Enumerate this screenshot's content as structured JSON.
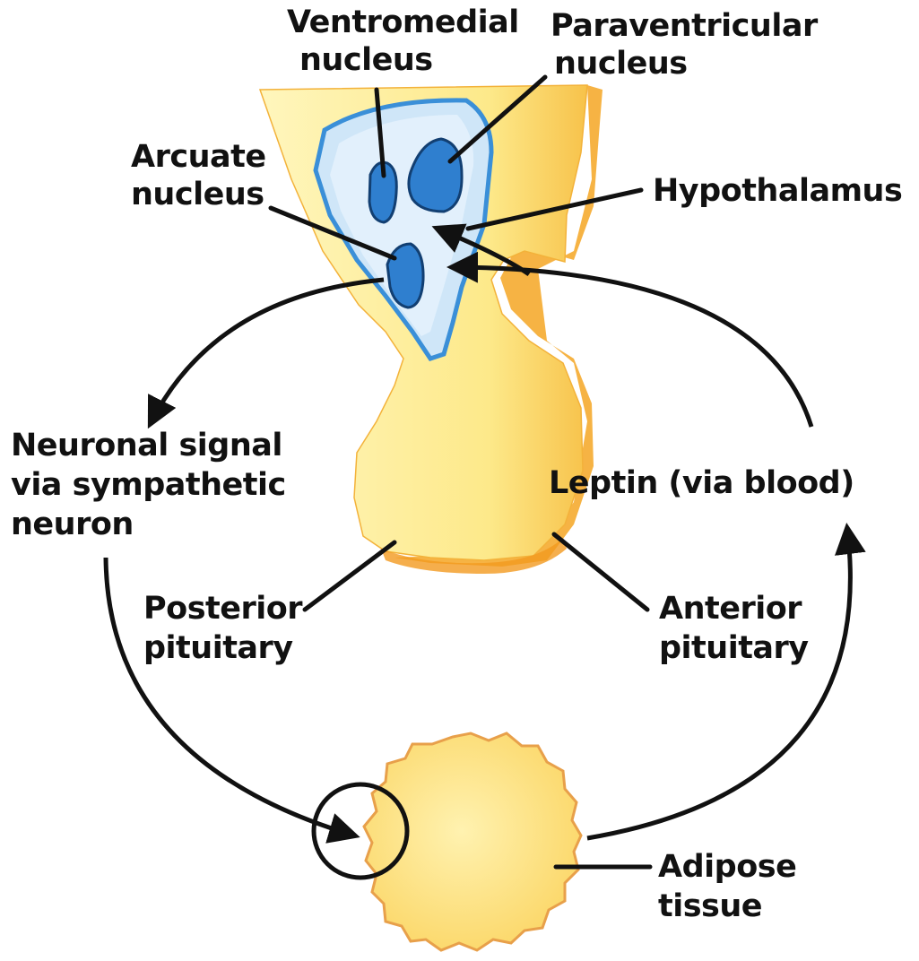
{
  "labels": {
    "ventromedial": [
      "Ventromedial",
      "nucleus"
    ],
    "paraventricular": [
      "Paraventricular",
      "nucleus"
    ],
    "arcuate": [
      "Arcuate",
      "nucleus"
    ],
    "hypothalamus": [
      "Hypothalamus"
    ],
    "neuronal_signal": [
      "Neuronal signal",
      "via sympathetic",
      "neuron"
    ],
    "leptin": [
      "Leptin (via blood)"
    ],
    "posterior_pituitary": [
      "Posterior",
      "pituitary"
    ],
    "anterior_pituitary": [
      "Anterior",
      "pituitary"
    ],
    "adipose": [
      "Adipose",
      "tissue"
    ]
  },
  "colors": {
    "gland_fill": "#fff3a8",
    "gland_shade": "#f5a623",
    "hypothalamus_fill": "#cfe6f8",
    "hypothalamus_edge": "#3a8fd8",
    "nucleus_fill": "#2f7fcf",
    "nucleus_edge": "#123f72",
    "adipose_fill": "#fde27a",
    "adipose_edge": "#e8a04a",
    "ink": "#111111"
  }
}
